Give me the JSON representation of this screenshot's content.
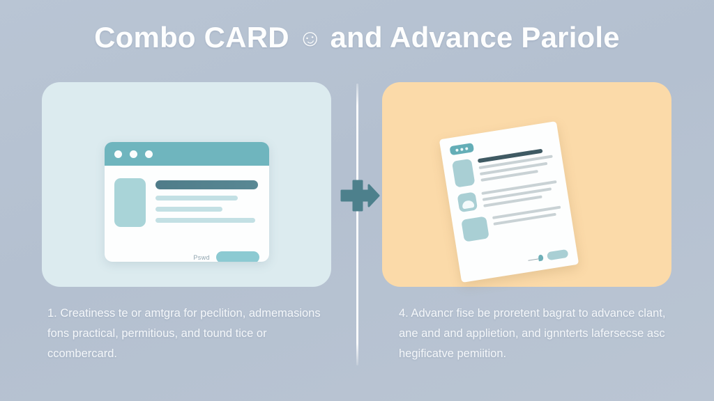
{
  "title": {
    "before": "Combo CARD",
    "glyph": "☺",
    "after": "and Advance Pariole"
  },
  "panels": {
    "left": {
      "background_color": "#dcebef",
      "mockup": {
        "type": "browser-window",
        "header_color": "#6fb5be",
        "dots": [
          "dot-1",
          "dot-2",
          "dot-3"
        ],
        "footer_label": "Pswd",
        "footer_button": "primary-action"
      },
      "caption": "1. Creatiness te or amtgra for peclition, admemasions fons practical, permitious, and tound tice or ccombercard."
    },
    "right": {
      "background_color": "#fbdaa9",
      "mockup": {
        "type": "document-form",
        "badge_color": "#64aeb7",
        "signature_label": "signature-mark",
        "signature_button": "submit-action"
      },
      "caption": "4. Advancr fise be proretent bagrat to advance clant, ane and and applietion, and ignnterts lafersecse asc hegificatve pemiition."
    }
  },
  "connector": {
    "icon": "plus-arrow-icon",
    "color": "#4d808c"
  },
  "divider": {
    "color": "#ffffff"
  },
  "background_color": "#b9c5d4"
}
